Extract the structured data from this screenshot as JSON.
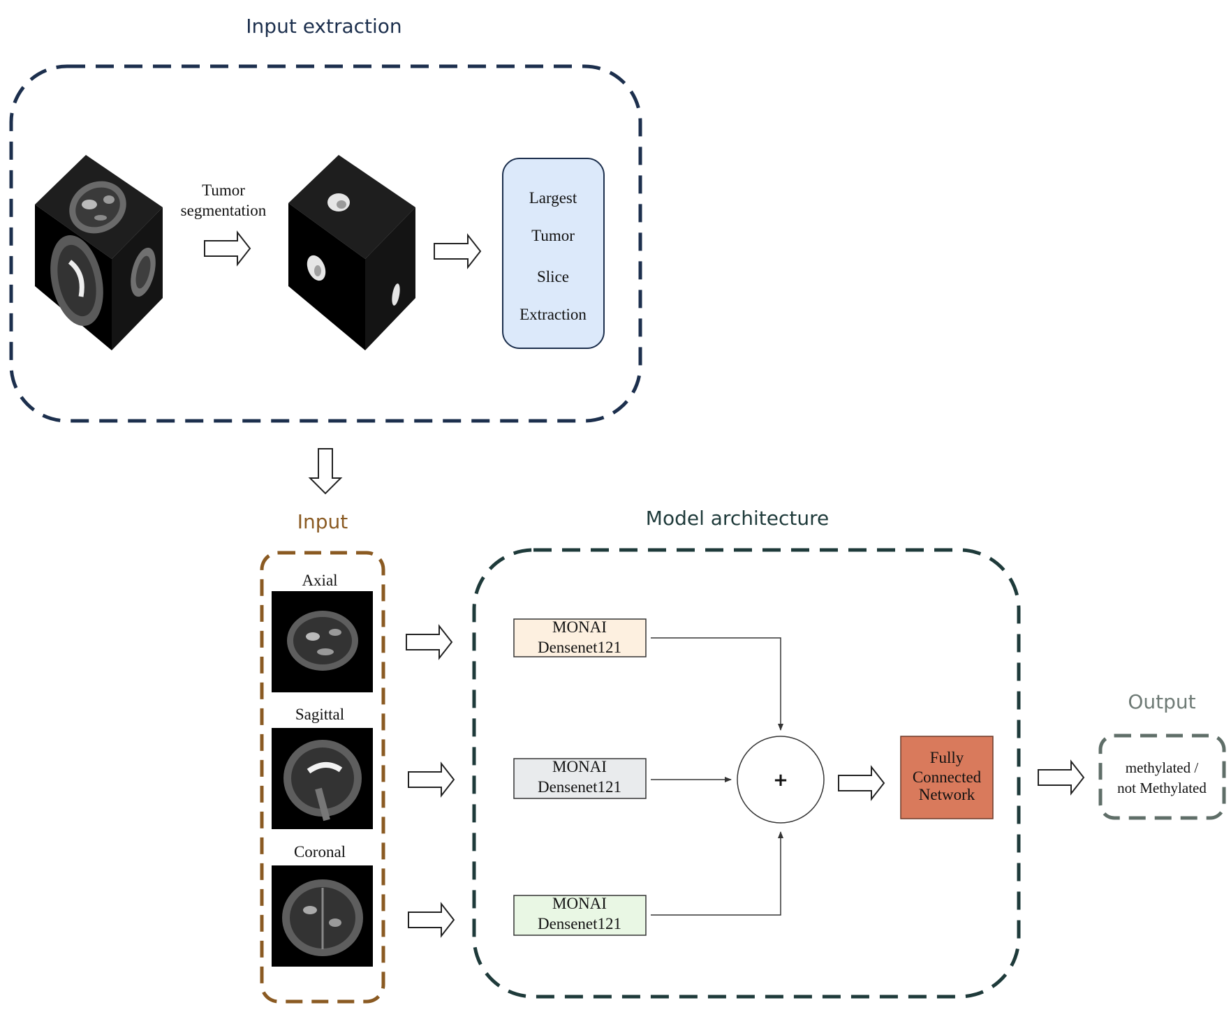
{
  "sections": {
    "input_extraction": {
      "title": "Input extraction",
      "segmentation_label": [
        "Tumor",
        "segmentation"
      ],
      "extraction_box_lines": [
        "Largest",
        "Tumor",
        "Slice",
        "Extraction"
      ]
    },
    "input": {
      "title": "Input",
      "views": [
        "Axial",
        "Sagittal",
        "Coronal"
      ]
    },
    "model_architecture": {
      "title": "Model architecture",
      "encoders": [
        {
          "line1": "MONAI",
          "line2": "Densenet121",
          "color": "#fdf0e0"
        },
        {
          "line1": "MONAI",
          "line2": "Densenet121",
          "color": "#e9ebed"
        },
        {
          "line1": "MONAI",
          "line2": "Densenet121",
          "color": "#e9f7e4"
        }
      ],
      "fusion_symbol": "+",
      "fc_lines": [
        "Fully",
        "Connected",
        "Network"
      ]
    },
    "output": {
      "title": "Output",
      "lines": [
        "methylated /",
        "not Methylated"
      ]
    }
  },
  "colors": {
    "extraction_border": "#1c2f4d",
    "input_border": "#8a5a22",
    "model_border": "#1e3a3a",
    "output_border": "#5f6e68",
    "extraction_box_fill": "#dce9fa",
    "fc_fill": "#d97a5c",
    "input_title": "#8a5a22",
    "output_title": "#6e7a75"
  }
}
